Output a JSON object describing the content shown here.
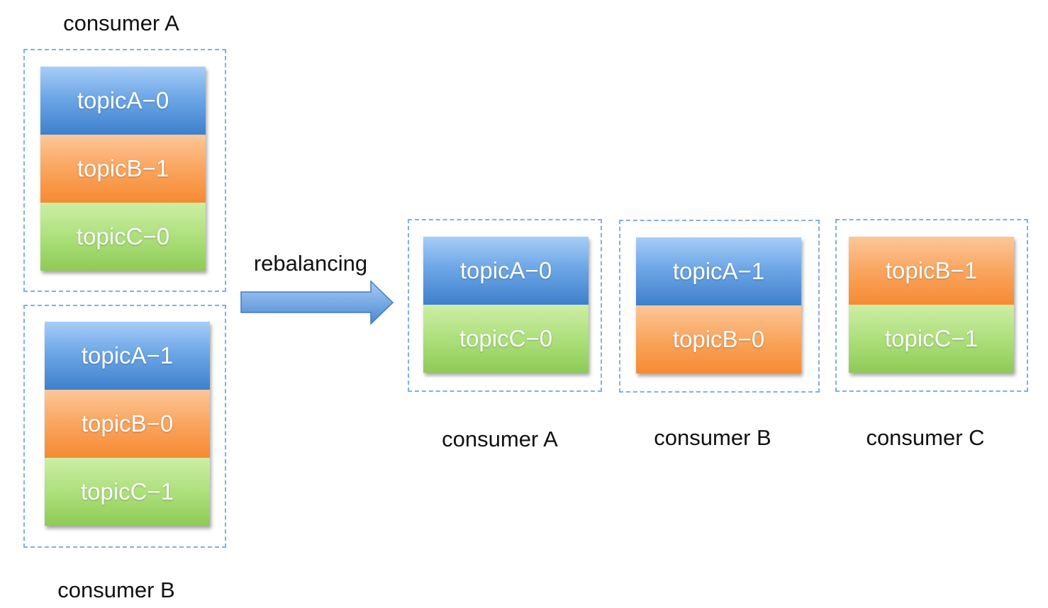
{
  "colors": {
    "blue": "#5b97de",
    "orange": "#f89a4a",
    "green": "#a3d86f",
    "border": "#7fb0e6"
  },
  "before": {
    "groups": [
      {
        "label": "consumer A",
        "partitions": [
          {
            "name": "topicA−0",
            "color": "blue"
          },
          {
            "name": "topicB−1",
            "color": "orange"
          },
          {
            "name": "topicC−0",
            "color": "green"
          }
        ]
      },
      {
        "label": "consumer B",
        "partitions": [
          {
            "name": "topicA−1",
            "color": "blue"
          },
          {
            "name": "topicB−0",
            "color": "orange"
          },
          {
            "name": "topicC−1",
            "color": "green"
          }
        ]
      }
    ]
  },
  "transition": {
    "label": "rebalancing",
    "icon": "right-arrow-icon"
  },
  "after": {
    "groups": [
      {
        "label": "consumer A",
        "partitions": [
          {
            "name": "topicA−0",
            "color": "blue"
          },
          {
            "name": "topicC−0",
            "color": "green"
          }
        ]
      },
      {
        "label": "consumer B",
        "partitions": [
          {
            "name": "topicA−1",
            "color": "blue"
          },
          {
            "name": "topicB−0",
            "color": "orange"
          }
        ]
      },
      {
        "label": "consumer C",
        "partitions": [
          {
            "name": "topicB−1",
            "color": "orange"
          },
          {
            "name": "topicC−1",
            "color": "green"
          }
        ]
      }
    ]
  }
}
